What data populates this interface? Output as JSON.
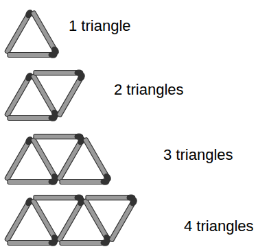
{
  "diagram": {
    "labels": [
      "1 triangle",
      "2 triangles",
      "3 triangles",
      "4 triangles"
    ]
  }
}
